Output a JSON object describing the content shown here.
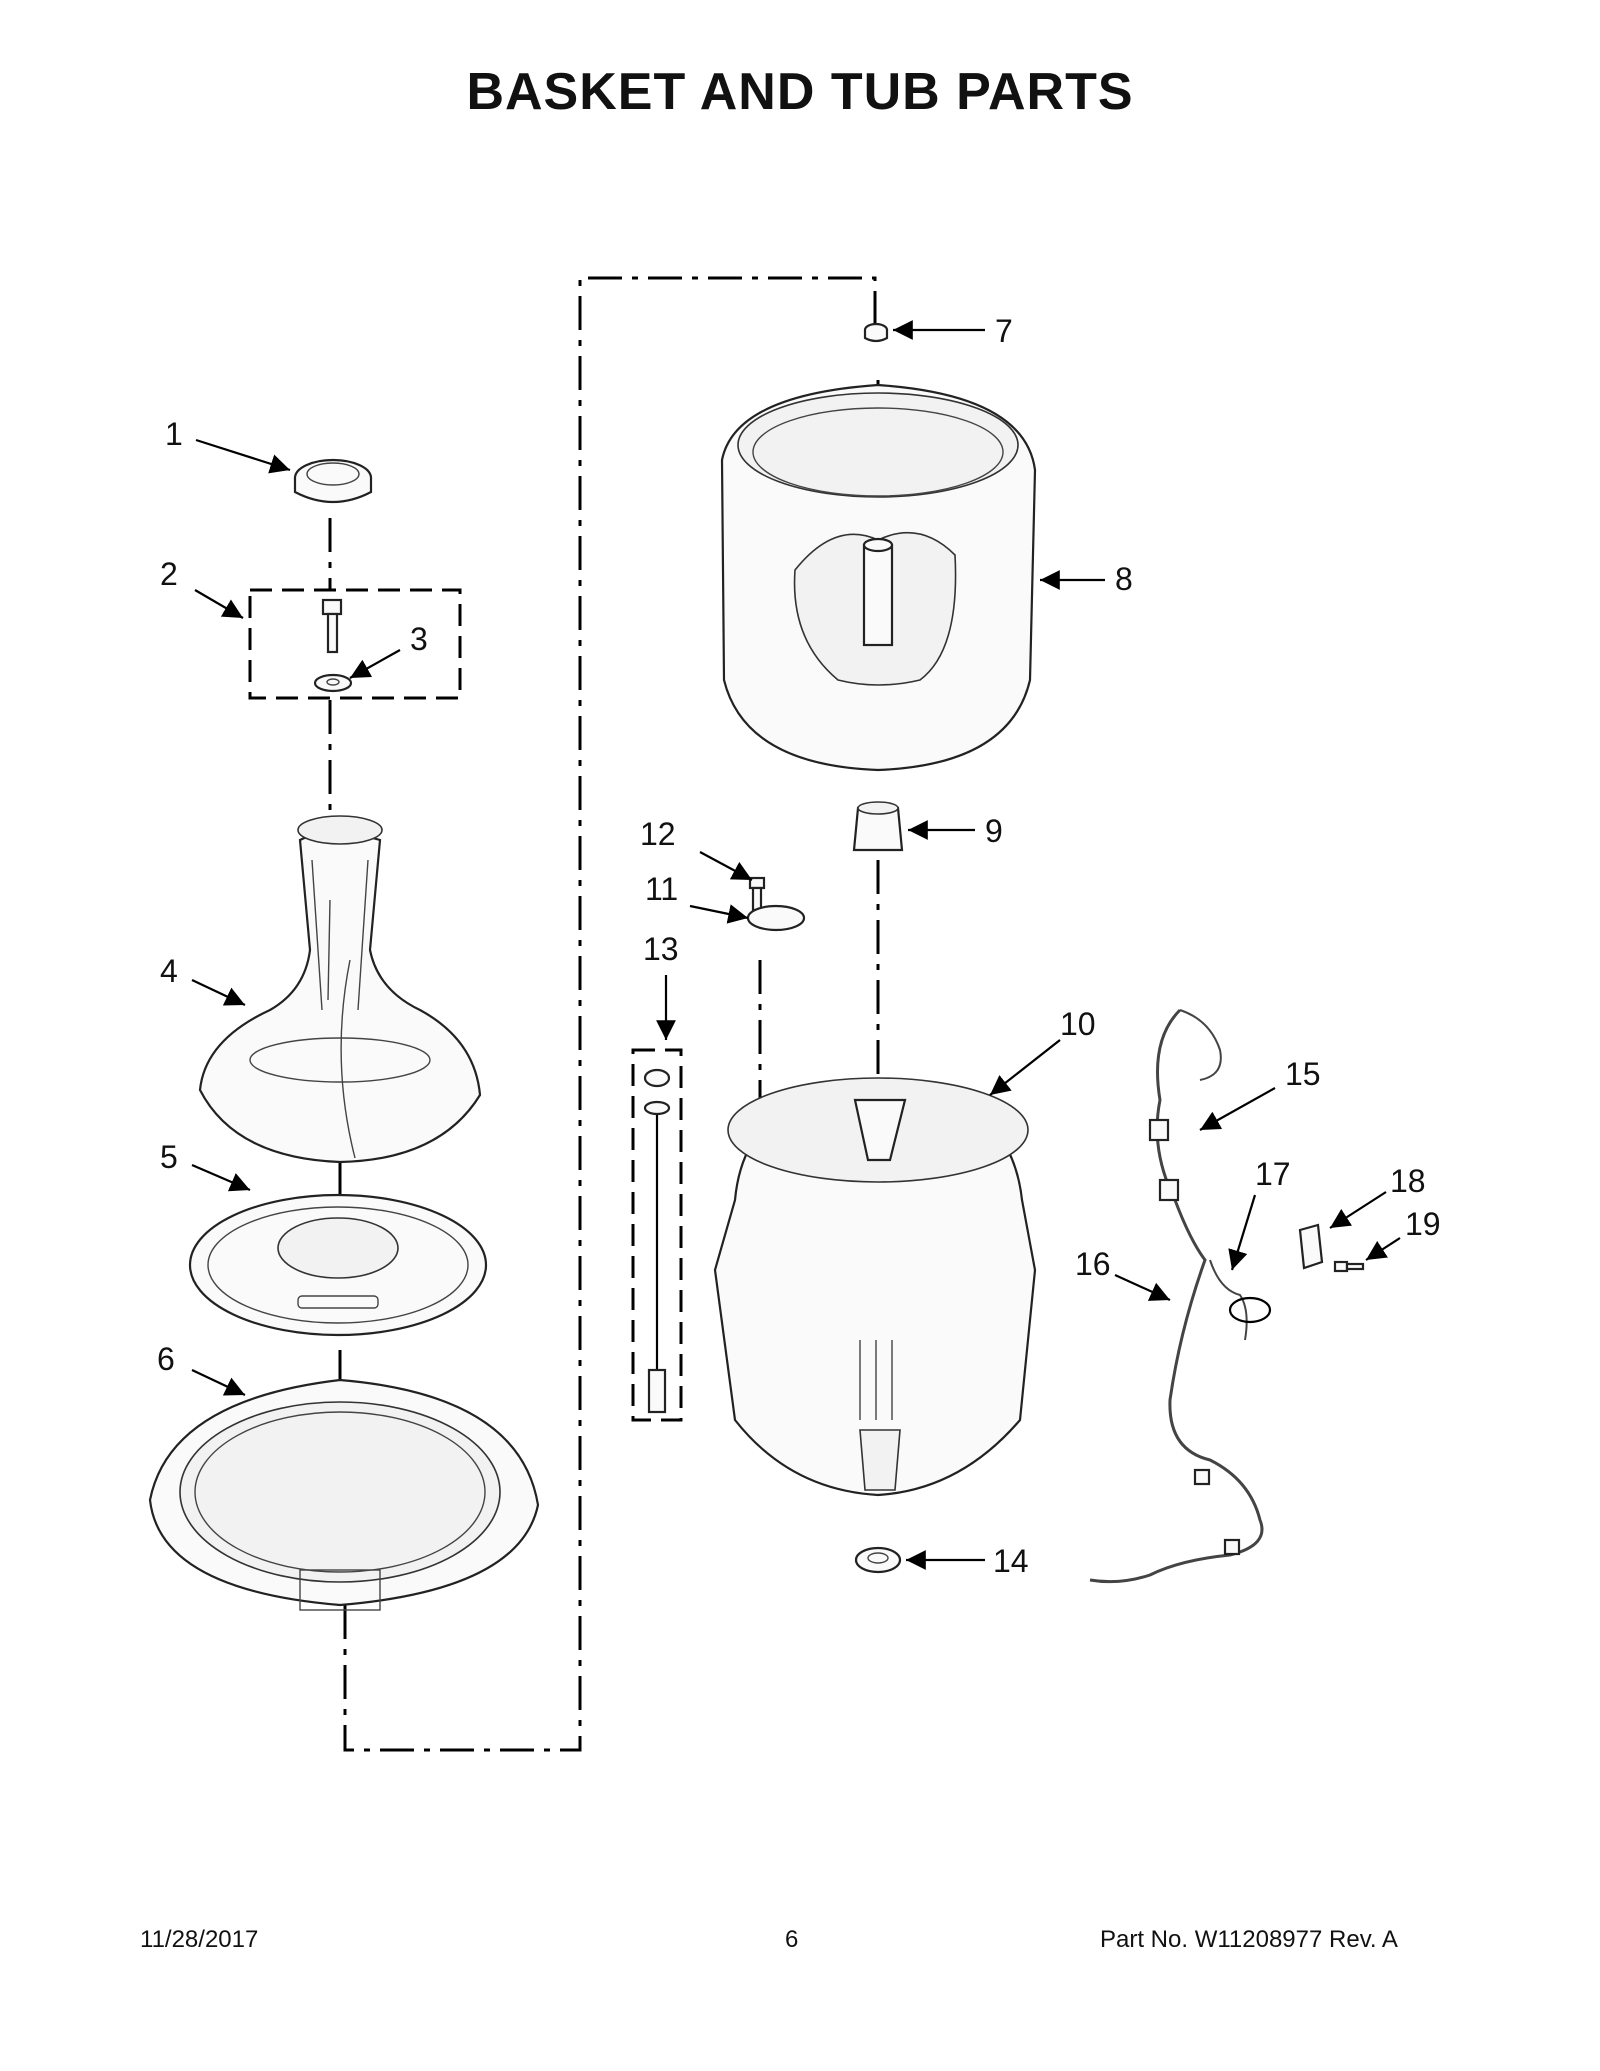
{
  "title": "BASKET AND TUB PARTS",
  "callouts": [
    "1",
    "2",
    "3",
    "4",
    "5",
    "6",
    "7",
    "8",
    "9",
    "10",
    "11",
    "12",
    "13",
    "14",
    "15",
    "16",
    "17",
    "18",
    "19"
  ],
  "footer": {
    "date": "11/28/2017",
    "page": "6",
    "part_no": "Part No.  W11208977   Rev.  A"
  }
}
